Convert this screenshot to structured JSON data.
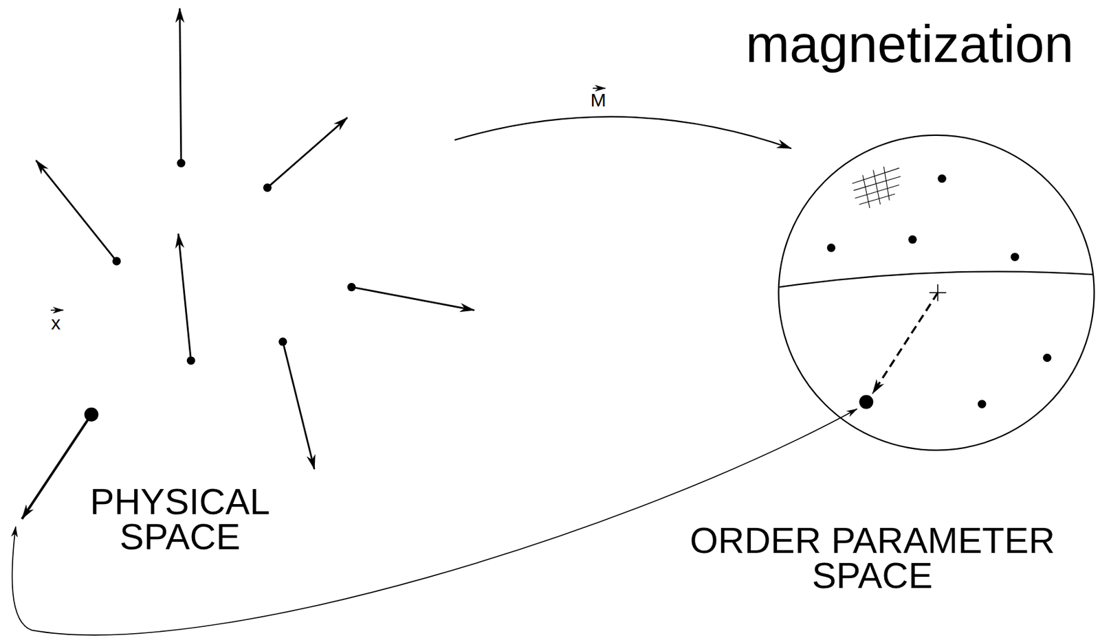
{
  "diagram": {
    "labels": [
      "magnetization",
      "M",
      "x",
      "PHYSICAL SPACE",
      "ORDER PARAMETER SPACE"
    ]
  }
}
